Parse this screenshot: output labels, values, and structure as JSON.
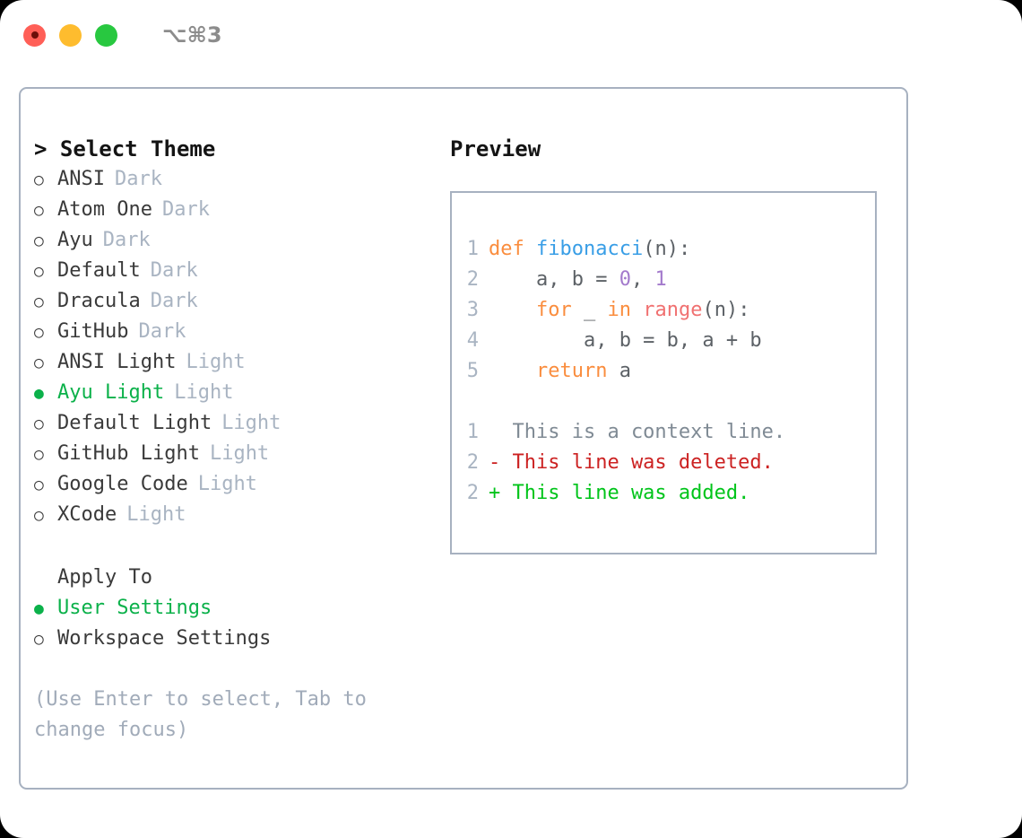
{
  "window": {
    "title": "⌥⌘3",
    "controls": [
      {
        "name": "close",
        "color": "#ff5f57"
      },
      {
        "name": "minimize",
        "color": "#febc2e"
      },
      {
        "name": "maximize",
        "color": "#28c840"
      }
    ]
  },
  "colors": {
    "selected_green": "#0bb14a",
    "muted": "#a9b4c2",
    "hint": "#a1abb9",
    "border": "#a7b1c0",
    "text": "#3a3a3a",
    "heading": "#141414"
  },
  "left": {
    "heading": "> Select Theme",
    "markers": {
      "selected": "●",
      "unselected": "○"
    },
    "themes": [
      {
        "label": "ANSI",
        "badge": "Dark",
        "selected": false
      },
      {
        "label": "Atom One",
        "badge": "Dark",
        "selected": false
      },
      {
        "label": "Ayu",
        "badge": "Dark",
        "selected": false
      },
      {
        "label": "Default",
        "badge": "Dark",
        "selected": false
      },
      {
        "label": "Dracula",
        "badge": "Dark",
        "selected": false
      },
      {
        "label": "GitHub",
        "badge": "Dark",
        "selected": false
      },
      {
        "label": "ANSI Light",
        "badge": "Light",
        "selected": false
      },
      {
        "label": "Ayu Light",
        "badge": "Light",
        "selected": true
      },
      {
        "label": "Default Light",
        "badge": "Light",
        "selected": false
      },
      {
        "label": "GitHub Light",
        "badge": "Light",
        "selected": false
      },
      {
        "label": "Google Code",
        "badge": "Light",
        "selected": false
      },
      {
        "label": "XCode",
        "badge": "Light",
        "selected": false
      }
    ],
    "apply_to_heading": "Apply To",
    "apply_to": [
      {
        "label": "User Settings",
        "selected": true
      },
      {
        "label": "Workspace Settings",
        "selected": false
      }
    ],
    "hint": "(Use Enter to select, Tab to change focus)"
  },
  "right": {
    "preview_title": "Preview",
    "code_lines": [
      {
        "num": "1",
        "tokens": [
          {
            "t": "def ",
            "c": "kw"
          },
          {
            "t": "fibonacci",
            "c": "fn"
          },
          {
            "t": "(n):",
            "c": "plain"
          }
        ]
      },
      {
        "num": "2",
        "tokens": [
          {
            "t": "    a, b = ",
            "c": "plain"
          },
          {
            "t": "0",
            "c": "num"
          },
          {
            "t": ", ",
            "c": "plain"
          },
          {
            "t": "1",
            "c": "num"
          }
        ]
      },
      {
        "num": "3",
        "tokens": [
          {
            "t": "    ",
            "c": "plain"
          },
          {
            "t": "for",
            "c": "kw"
          },
          {
            "t": " _ ",
            "c": "plain"
          },
          {
            "t": "in",
            "c": "kw"
          },
          {
            "t": " ",
            "c": "plain"
          },
          {
            "t": "range",
            "c": "call"
          },
          {
            "t": "(n):",
            "c": "plain"
          }
        ]
      },
      {
        "num": "4",
        "tokens": [
          {
            "t": "        a, b = b, a + b",
            "c": "plain"
          }
        ]
      },
      {
        "num": "5",
        "tokens": [
          {
            "t": "    ",
            "c": "plain"
          },
          {
            "t": "return",
            "c": "kw"
          },
          {
            "t": " a",
            "c": "plain"
          }
        ]
      }
    ],
    "diff_lines": [
      {
        "num": "1",
        "sign": " ",
        "text": " This is a context line.",
        "kind": "ctx"
      },
      {
        "num": "2",
        "sign": "-",
        "text": " This line was deleted.",
        "kind": "del"
      },
      {
        "num": "2",
        "sign": "+",
        "text": " This line was added.",
        "kind": "add"
      }
    ]
  }
}
